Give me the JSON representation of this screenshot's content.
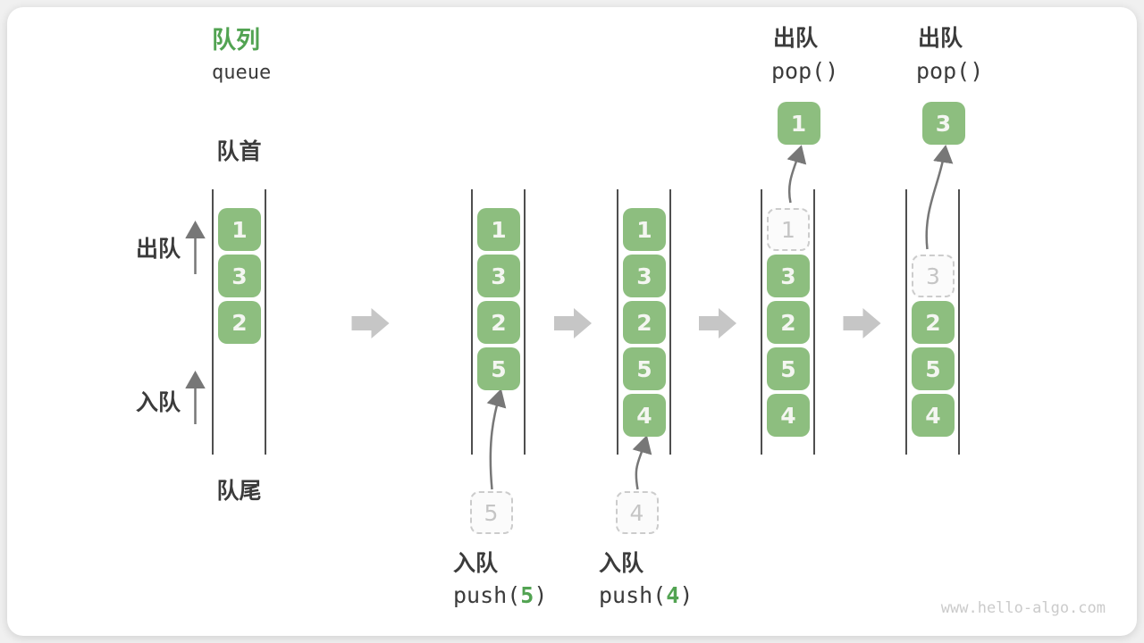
{
  "page": {
    "title_zh": "队列",
    "title_en": "queue",
    "watermark": "www.hello-algo.com"
  },
  "side_labels": {
    "front": "队首",
    "rear": "队尾",
    "dequeue": "出队",
    "enqueue": "入队"
  },
  "colors": {
    "accent_green": "#52A352",
    "box_green": "#8DBE7F",
    "box_text": "#F4F6F1",
    "dark_text": "#3B3B3B",
    "line": "#4F4F4F",
    "thin_arrow": "#777777",
    "block_arrow": "#C6C6C6",
    "dashed_border": "#CCCCCC",
    "dashed_fill": "#FBFBFB",
    "dashed_text": "#C5C5C5",
    "watermark": "#CBCBCB"
  },
  "columns": [
    {
      "cells": [
        {
          "slot": 1,
          "value": "1",
          "style": "solid"
        },
        {
          "slot": 2,
          "value": "3",
          "style": "solid"
        },
        {
          "slot": 3,
          "value": "2",
          "style": "solid"
        }
      ]
    },
    {
      "cells": [
        {
          "slot": 1,
          "value": "1",
          "style": "solid"
        },
        {
          "slot": 2,
          "value": "3",
          "style": "solid"
        },
        {
          "slot": 3,
          "value": "2",
          "style": "solid"
        },
        {
          "slot": 4,
          "value": "5",
          "style": "solid"
        }
      ],
      "incoming_value": "5",
      "caption_zh": "入队",
      "caption_code_pre": "push(",
      "caption_code_arg": "5",
      "caption_code_post": ")"
    },
    {
      "cells": [
        {
          "slot": 1,
          "value": "1",
          "style": "solid"
        },
        {
          "slot": 2,
          "value": "3",
          "style": "solid"
        },
        {
          "slot": 3,
          "value": "2",
          "style": "solid"
        },
        {
          "slot": 4,
          "value": "5",
          "style": "solid"
        },
        {
          "slot": 5,
          "value": "4",
          "style": "solid"
        }
      ],
      "incoming_value": "4",
      "caption_zh": "入队",
      "caption_code_pre": "push(",
      "caption_code_arg": "4",
      "caption_code_post": ")"
    },
    {
      "cells": [
        {
          "slot": 1,
          "value": "1",
          "style": "dashed"
        },
        {
          "slot": 2,
          "value": "3",
          "style": "solid"
        },
        {
          "slot": 3,
          "value": "2",
          "style": "solid"
        },
        {
          "slot": 4,
          "value": "5",
          "style": "solid"
        },
        {
          "slot": 5,
          "value": "4",
          "style": "solid"
        }
      ],
      "outgoing_value": "1",
      "top_label_zh": "出队",
      "top_label_code": "pop()"
    },
    {
      "cells": [
        {
          "slot": 2,
          "value": "3",
          "style": "dashed"
        },
        {
          "slot": 3,
          "value": "2",
          "style": "solid"
        },
        {
          "slot": 4,
          "value": "5",
          "style": "solid"
        },
        {
          "slot": 5,
          "value": "4",
          "style": "solid"
        }
      ],
      "outgoing_value": "3",
      "top_label_zh": "出队",
      "top_label_code": "pop()"
    }
  ]
}
